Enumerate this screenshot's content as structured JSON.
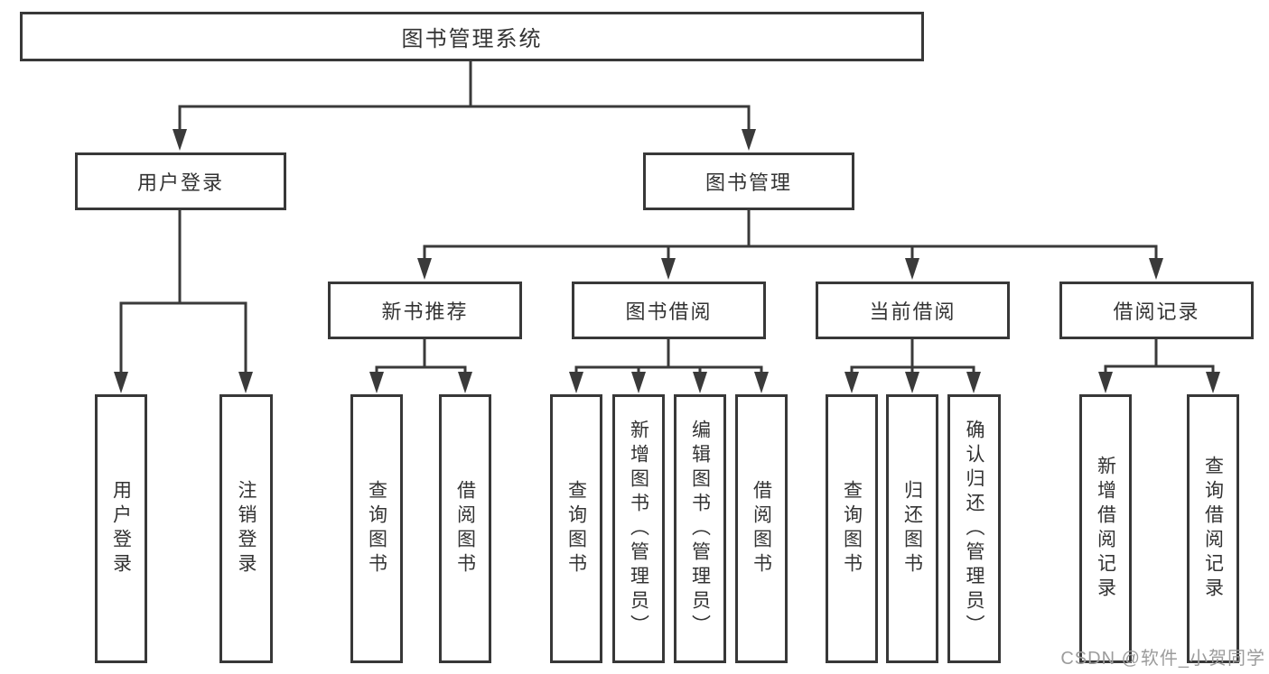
{
  "tree": {
    "root": "图书管理系统",
    "branches": [
      {
        "label": "用户登录",
        "children": [
          "用户登录",
          "注销登录"
        ]
      },
      {
        "label": "图书管理",
        "sections": [
          {
            "label": "新书推荐",
            "children": [
              "查询图书",
              "借阅图书"
            ]
          },
          {
            "label": "图书借阅",
            "children": [
              "查询图书",
              "新增图书（管理员）",
              "编辑图书（管理员）",
              "借阅图书"
            ]
          },
          {
            "label": "当前借阅",
            "children": [
              "查询图书",
              "归还图书",
              "确认归还（管理员）"
            ]
          },
          {
            "label": "借阅记录",
            "children": [
              "新增借阅记录",
              "查询借阅记录"
            ]
          }
        ]
      }
    ]
  },
  "watermark": {
    "text": "CSDN @软件_小贺同学"
  },
  "colors": {
    "line": "#3a3a3a",
    "box_border": "#383838",
    "text": "#333333",
    "watermark": "#9c9c9c",
    "background": "#ffffff"
  }
}
